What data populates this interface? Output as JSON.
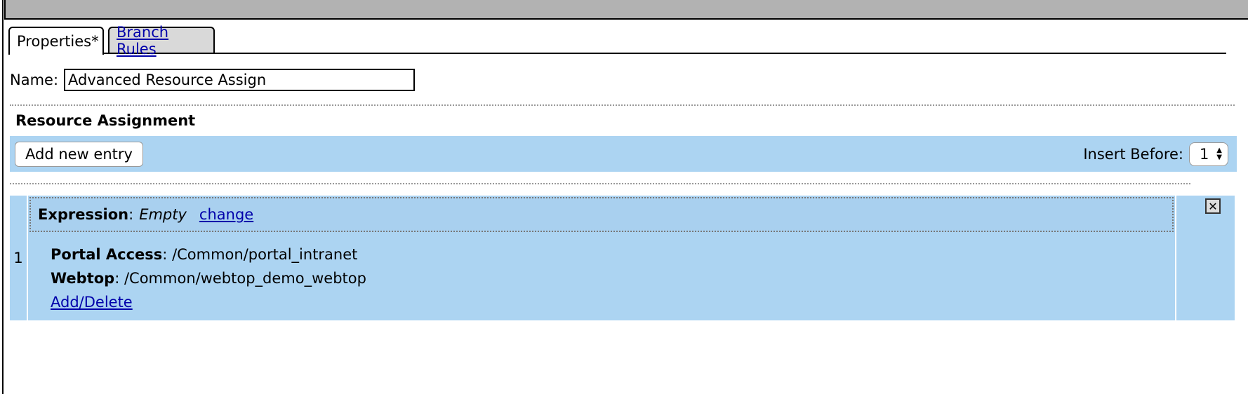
{
  "tabs": [
    {
      "label": "Properties*",
      "active": true
    },
    {
      "label": "Branch Rules",
      "active": false
    }
  ],
  "name_field": {
    "label": "Name:",
    "value": "Advanced Resource Assign"
  },
  "section": {
    "title": "Resource Assignment"
  },
  "toolbar": {
    "add_label": "Add new entry",
    "insert_label": "Insert Before:",
    "insert_value": "1"
  },
  "entry": {
    "number": "1",
    "expression_label": "Expression",
    "expression_value": "Empty",
    "change_link": "change",
    "portal_label": "Portal Access",
    "portal_value": "/Common/portal_intranet",
    "webtop_label": "Webtop",
    "webtop_value": "/Common/webtop_demo_webtop",
    "add_delete_link": "Add/Delete",
    "close_icon": "close-icon"
  },
  "colors": {
    "band": "#acd4f2",
    "link": "#0000aa",
    "topbar": "#b2b2b2"
  }
}
